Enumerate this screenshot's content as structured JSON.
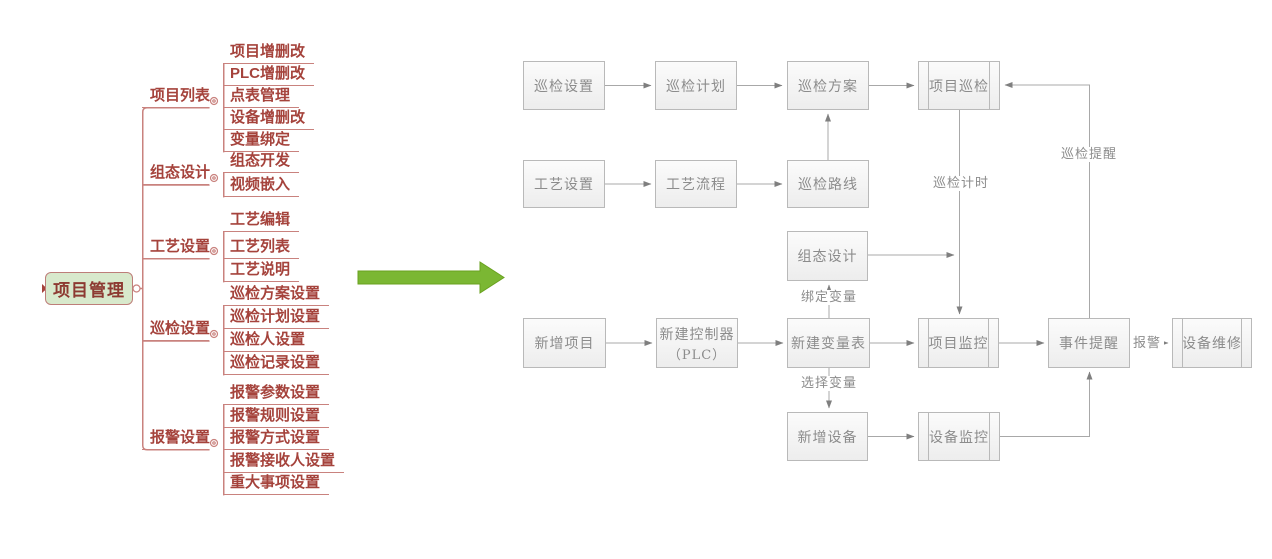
{
  "mindmap": {
    "root": "项目管理",
    "branches": [
      {
        "label": "项目列表",
        "children": [
          "项目增删改",
          "PLC增删改",
          "点表管理",
          "设备增删改",
          "变量绑定"
        ]
      },
      {
        "label": "组态设计",
        "children": [
          "组态开发",
          "视频嵌入"
        ]
      },
      {
        "label": "工艺设置",
        "children": [
          "工艺编辑",
          "工艺列表",
          "工艺说明"
        ]
      },
      {
        "label": "巡检设置",
        "children": [
          "巡检方案设置",
          "巡检计划设置",
          "巡检人设置",
          "巡检记录设置"
        ]
      },
      {
        "label": "报警设置",
        "children": [
          "报警参数设置",
          "报警规则设置",
          "报警方式设置",
          "报警接收人设置",
          "重大事项设置"
        ]
      }
    ]
  },
  "flowchart": {
    "nodes": [
      {
        "label": "巡检设置"
      },
      {
        "label": "巡检计划"
      },
      {
        "label": "巡检方案"
      },
      {
        "label": "项目巡检"
      },
      {
        "label": "工艺设置"
      },
      {
        "label": "工艺流程"
      },
      {
        "label": "巡检路线"
      },
      {
        "label": "组态设计"
      },
      {
        "label": "新增项目"
      },
      {
        "label": "新建控制器",
        "label2": "（PLC）"
      },
      {
        "label": "新建变量表"
      },
      {
        "label": "项目监控"
      },
      {
        "label": "事件提醒"
      },
      {
        "label": "设备维修"
      },
      {
        "label": "新增设备"
      },
      {
        "label": "设备监控"
      }
    ],
    "edge_labels": {
      "inspection_timer": "巡检计时",
      "inspection_reminder": "巡检提醒",
      "bind_variable": "绑定变量",
      "select_variable": "选择变量",
      "alarm": "报警"
    }
  },
  "colors": {
    "mindmap_text": "#a5433c",
    "mindmap_line": "#c9827e",
    "root_fill": "#d8e9cc",
    "root_border": "#bd7e79",
    "flow_box_border": "#b9b9b9",
    "flow_text": "#8c8c8c",
    "connector": "#a8a8a8",
    "arrow_green": "#7bb733"
  }
}
